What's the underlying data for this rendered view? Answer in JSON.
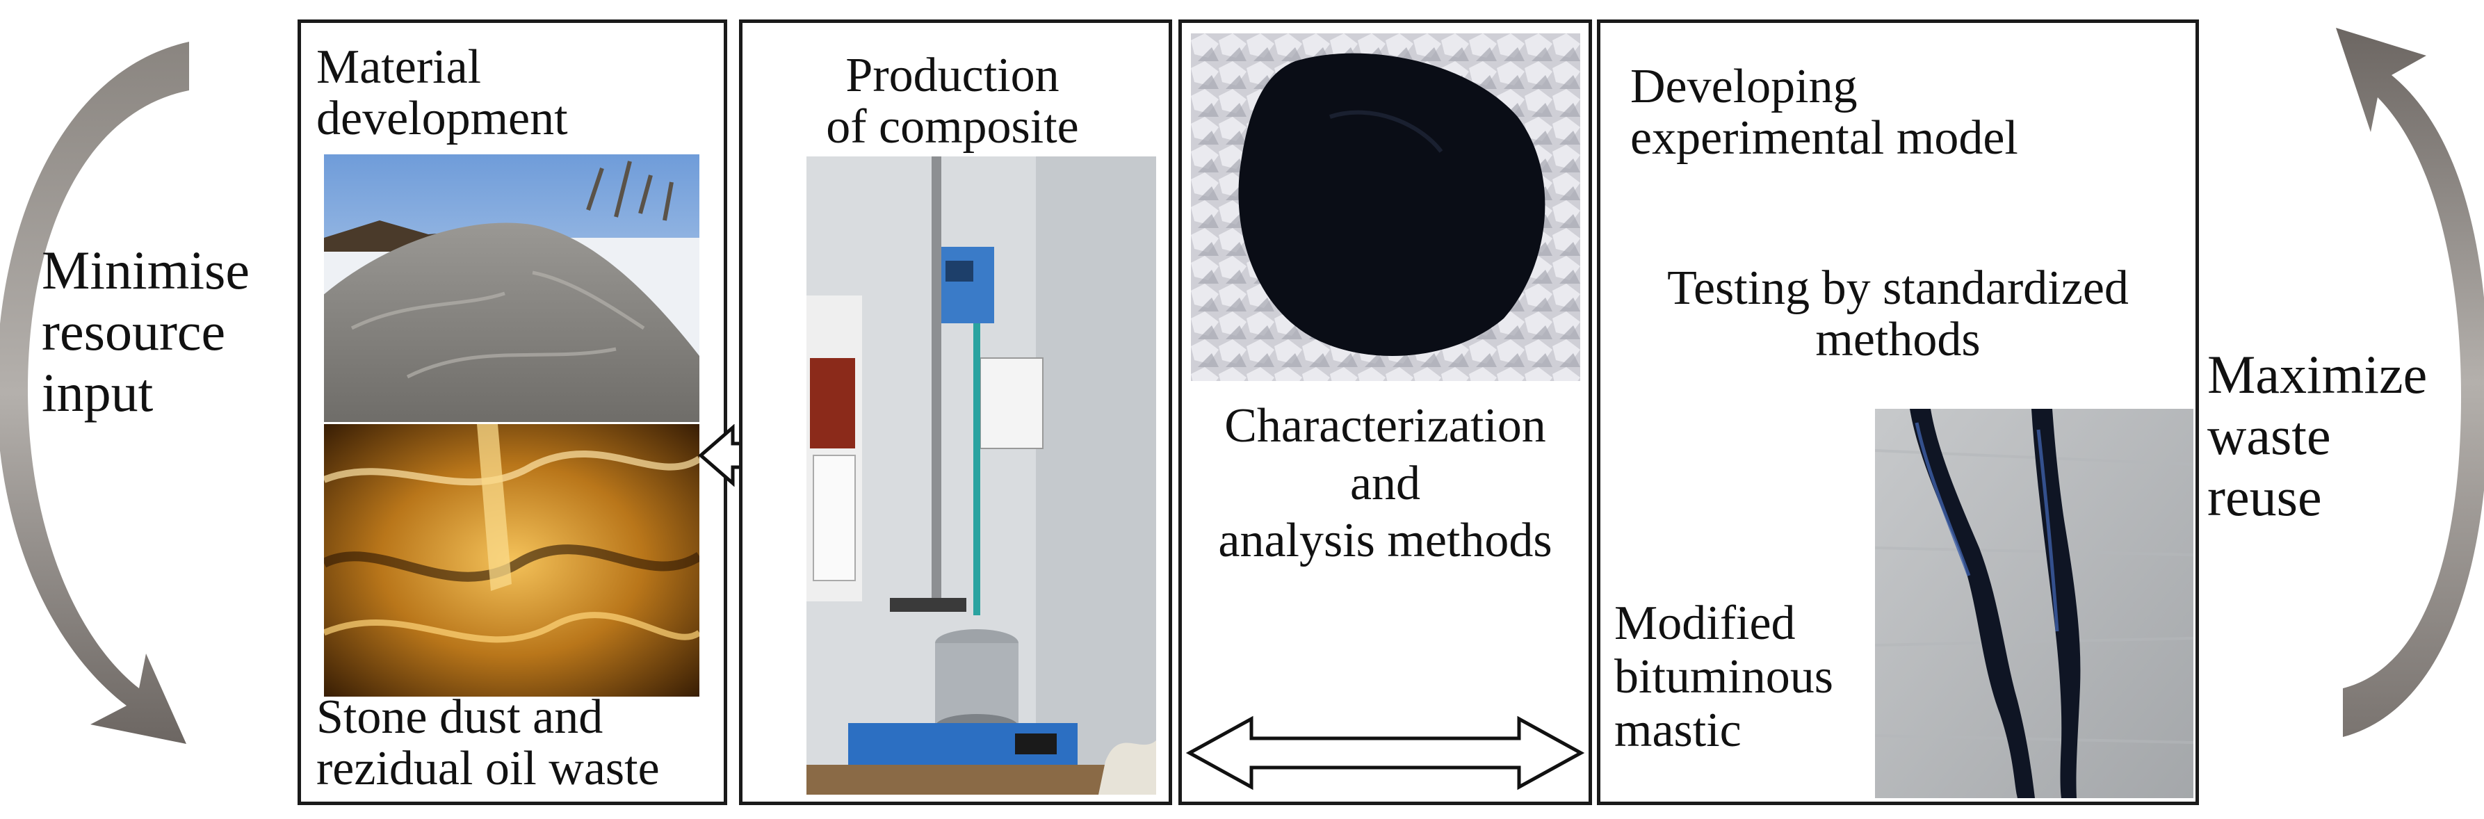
{
  "left_arrow": {
    "label_lines": [
      "Minimise",
      "resource",
      "input"
    ]
  },
  "right_arrow": {
    "label_lines": [
      "Maximize",
      "waste",
      "reuse"
    ]
  },
  "panel1": {
    "title_lines": [
      "Material",
      "development"
    ],
    "caption_lines": [
      "Stone dust and",
      "rezidual oil waste"
    ],
    "images": [
      "stone-dust-photo",
      "oil-waste-photo"
    ]
  },
  "panel2": {
    "title_lines": [
      "Production",
      "of composite"
    ],
    "images": [
      "mixer-apparatus-photo"
    ]
  },
  "panel3": {
    "caption_lines": [
      "Characterization",
      "and",
      "analysis methods"
    ],
    "images": [
      "composite-sample-photo"
    ]
  },
  "panel4": {
    "title_lines": [
      "Developing",
      "experimental model"
    ],
    "subtitle_lines": [
      "Testing by standardized",
      "methods"
    ],
    "caption_lines": [
      "Modified",
      "bituminous",
      "mastic"
    ],
    "images": [
      "mastic-cracks-photo"
    ]
  },
  "colors": {
    "border": "#1a1a1a",
    "curved_arrow": "#7a7470",
    "sample_black": "#0a0d16",
    "foil": "#cfcfd6",
    "oil": "#b9761a"
  }
}
